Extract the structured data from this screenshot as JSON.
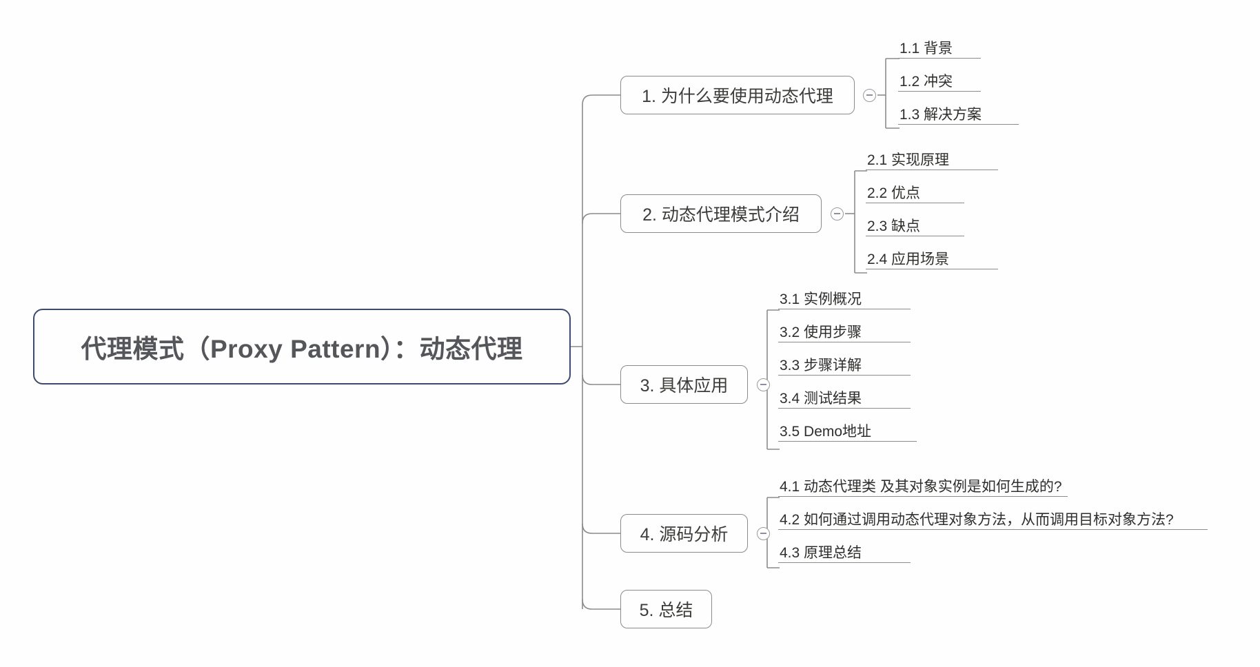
{
  "diagram": {
    "type": "mind-map",
    "background_color": "#fefefe",
    "root_border_color": "#3d4a6b",
    "node_border_color": "#8a8a8a",
    "connector_color": "#8a8a8a",
    "root": {
      "label": "代理模式（Proxy Pattern）：动态代理"
    },
    "branches": [
      {
        "label": "1. 为什么要使用动态代理",
        "toggle": "collapse-toggle-minus",
        "children": [
          {
            "label": "1.1 背景"
          },
          {
            "label": "1.2 冲突"
          },
          {
            "label": "1.3 解决方案"
          }
        ]
      },
      {
        "label": "2. 动态代理模式介绍",
        "toggle": "collapse-toggle-minus",
        "children": [
          {
            "label": "2.1 实现原理"
          },
          {
            "label": "2.2 优点"
          },
          {
            "label": "2.3 缺点"
          },
          {
            "label": "2.4 应用场景"
          }
        ]
      },
      {
        "label": "3. 具体应用",
        "toggle": "collapse-toggle-minus",
        "children": [
          {
            "label": "3.1 实例概况"
          },
          {
            "label": "3.2 使用步骤"
          },
          {
            "label": "3.3 步骤详解"
          },
          {
            "label": "3.4 测试结果"
          },
          {
            "label": "3.5 Demo地址"
          }
        ]
      },
      {
        "label": "4. 源码分析",
        "toggle": "collapse-toggle-minus",
        "children": [
          {
            "label": "4.1 动态代理类 及其对象实例是如何生成的?"
          },
          {
            "label": "4.2 如何通过调用动态代理对象方法，从而调用目标对象方法?"
          },
          {
            "label": "4.3 原理总结"
          }
        ]
      },
      {
        "label": "5. 总结",
        "toggle": null,
        "children": []
      }
    ]
  }
}
